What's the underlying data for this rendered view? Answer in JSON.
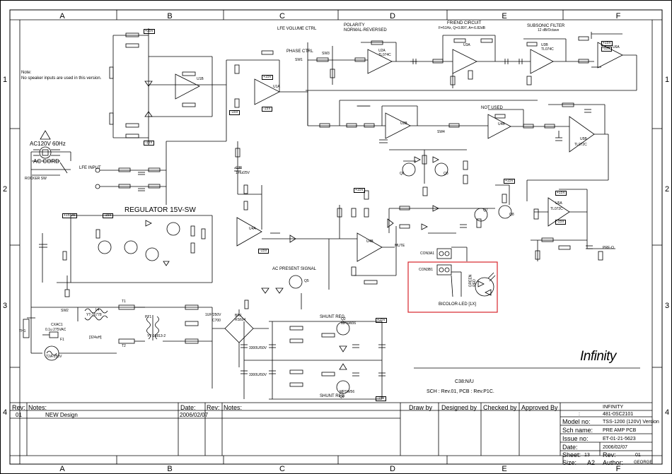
{
  "zones": {
    "columns": [
      "A",
      "B",
      "C",
      "D",
      "E",
      "F"
    ],
    "rows": [
      "1",
      "2",
      "3",
      "4"
    ]
  },
  "notes": {
    "heading": "Note:",
    "line1": "No speaker inputs are used in this version."
  },
  "blocks": {
    "lfe_volume": "LFE VOLUME CTRL",
    "polarity": "POLARITY",
    "polarity_modes": "NORMAL-REVERSED",
    "phase_ctrl": "PHASE CTRL",
    "friend_circuit": "FRIEND CIRCUIT",
    "friend_params": "F=51Hz, Q=3.897, A=-6.82dB",
    "subsonic": "SUBSONIC FILTER",
    "subsonic_params": "12 dB/Octave",
    "ac_in": "AC120V 60Hz",
    "ac_cord": "AC CORD",
    "rocker": "ROCKER SW",
    "lfe_input": "LFE INPUT",
    "regulator": "REGULATOR 15V-SW",
    "ac_present": "AC PRESENT SIGNAL",
    "not_used": "NOT USED",
    "bicolor_led": "BICOLOR-LED [1X]",
    "shunt_reg_top": "SHUNT REG",
    "shunt_reg_bot": "SHUNT REG",
    "mute": "MUTE",
    "pre_o": "PRE-O",
    "green": "GREEN",
    "red": "RED",
    "con3a1": "CON3A1",
    "con3b1": "CON3B1"
  },
  "rails": {
    "p15": "+15V",
    "m15": "-15V",
    "p15sw": "+15SW"
  },
  "components": {
    "u1a": "U1A",
    "u1b": "U1B",
    "u2a": "U2A",
    "u2b": "U2B",
    "u3a": "U3A",
    "u3b": "U3B",
    "u4a": "U4A",
    "u4b": "U4B",
    "u5a": "U5A",
    "u5b": "U5B",
    "u6a": "U6A",
    "tl074c": "TL074C",
    "tl072c": "TL072C",
    "br1": "BR1",
    "br1_part": "RS604",
    "q6": "Q6",
    "q3": "Q3",
    "q5": "Q5",
    "q7": "Q7",
    "q8": "Q8",
    "q2": "Q2",
    "q2_part": "MPSW06",
    "q9": "Q9",
    "q9_part": "MPSW56",
    "t1": "T1",
    "t2": "T2",
    "pt1": "PT1",
    "l4": "L4",
    "f1": "F1",
    "f1_rating": "T2A-250V",
    "cxac1": "CXAC1",
    "cxac1_rating": "0.1u 275VAC",
    "sw2": "SW2",
    "sw1": "SW1",
    "sw3": "SW3",
    "sw4": "SW4",
    "th1": "TH1",
    "c35": "C35",
    "c35_val": "1mu/25V",
    "c38": "C38",
    "c3_val": "3300U/50V",
    "c7_val": "3300U/50V",
    "yt_top": "YT-16778",
    "yt_bot": "YT-16813-2",
    "l4_val": "[324uH]",
    "c_ac": "1UF/250V",
    "c700": "C700"
  },
  "footnote": {
    "c38": "C38:N/U",
    "revs": "SCH : Rev.01, PCB : Rev.P1C."
  },
  "brand": "Infinity",
  "revision_table": {
    "headers": [
      "Rev:",
      "Notes:",
      "Date:",
      "Rev:",
      "Notes:"
    ],
    "row": {
      "rev": "01",
      "notes": "NEW Design",
      "date": "2006/02/07"
    }
  },
  "signoff": {
    "headers": [
      "Draw by",
      "Designed by",
      "Checked by",
      "Approved By"
    ]
  },
  "title_block": {
    "company": "INFINITY",
    "doc_no_label": ":",
    "doc_no": "481-0SC2101",
    "model_label": "Model no:",
    "model": "TSS-1200 (120V) Version",
    "sch_label": "Sch name:",
    "sch": "PRE AMP PCB",
    "issue_label": "Issue no:",
    "issue": "ET-01-21-5623",
    "date_label": "Date:",
    "date": "2006/02/07",
    "sheet_label": "Sheet:",
    "sheet": "13",
    "rev_label": "Rev:",
    "rev": "01",
    "size_label": "Size:",
    "size": "A2",
    "author_label": "Author:",
    "author": "GEORGE"
  },
  "colors": {
    "ink": "#000000",
    "highlight": "#d7262b"
  }
}
